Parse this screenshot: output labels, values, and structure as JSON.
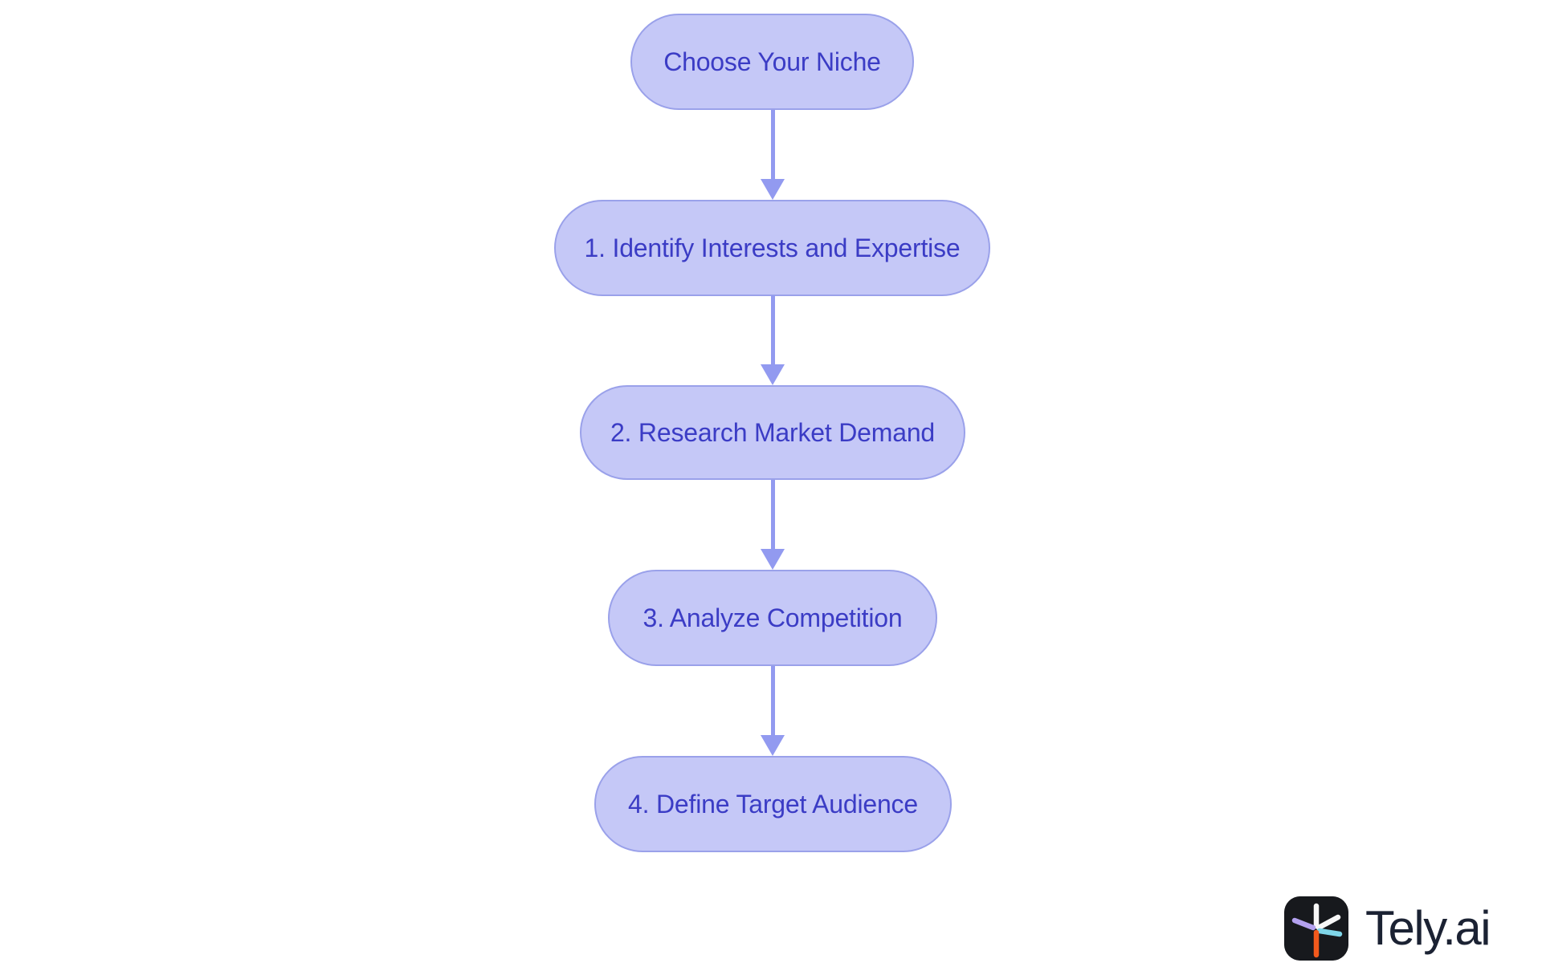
{
  "diagram": {
    "type": "flowchart",
    "direction": "top-down",
    "nodes": [
      {
        "id": "node-1",
        "label": "Choose Your Niche"
      },
      {
        "id": "node-2",
        "label": "1. Identify Interests and Expertise"
      },
      {
        "id": "node-3",
        "label": "2. Research Market Demand"
      },
      {
        "id": "node-4",
        "label": "3. Analyze Competition"
      },
      {
        "id": "node-5",
        "label": "4. Define Target Audience"
      }
    ],
    "edges": [
      {
        "from": "node-1",
        "to": "node-2"
      },
      {
        "from": "node-2",
        "to": "node-3"
      },
      {
        "from": "node-3",
        "to": "node-4"
      },
      {
        "from": "node-4",
        "to": "node-5"
      }
    ],
    "colors": {
      "background": "#ffffff",
      "node_fill": "#c5c8f7",
      "node_border": "#9aa1ea",
      "node_text": "#3b3cc5",
      "arrow": "#929af0"
    }
  },
  "branding": {
    "wordmark": "Tely.ai",
    "icon": "tely-asterisk-icon",
    "icon_background": "#17191d",
    "wordmark_color": "#1b2233",
    "icon_spoke_colors": {
      "up": "#f7f7f7",
      "upper_right": "#f7f7f7",
      "left": "#b3a1ef",
      "right": "#7fd6e9",
      "down": "#f2591c"
    }
  }
}
